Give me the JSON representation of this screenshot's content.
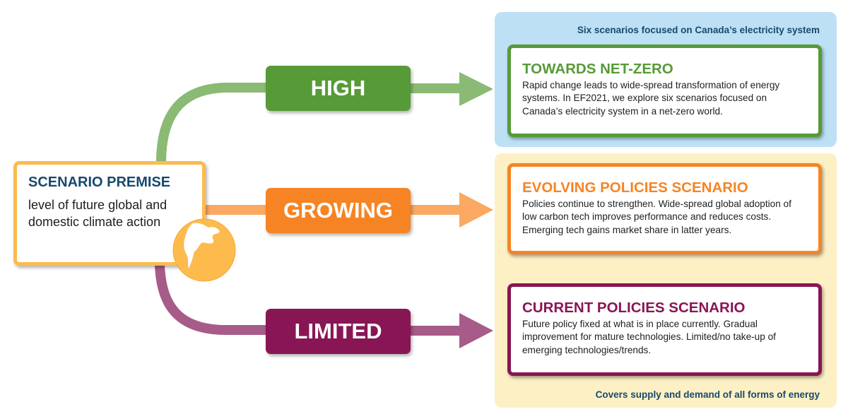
{
  "colors": {
    "high": "#579a38",
    "growing": "#f68424",
    "limited": "#881655",
    "premise_border": "#fdba4d",
    "navy_text": "#174a6d",
    "blue_panel": "#bde0f5",
    "yellow_panel": "#fdf0c4"
  },
  "premise": {
    "title": "SCENARIO PREMISE",
    "body": "level of future global and domestic climate action",
    "icon": "globe-icon"
  },
  "levels": [
    {
      "label": "HIGH"
    },
    {
      "label": "GROWING"
    },
    {
      "label": "LIMITED"
    }
  ],
  "panels": {
    "blue_caption": "Six scenarios focused on Canada’s electricity system",
    "yellow_caption": "Covers supply and demand of all forms of energy"
  },
  "scenarios": [
    {
      "title": "TOWARDS NET-ZERO",
      "body": "Rapid change leads to wide-spread transformation of energy systems. In EF2021, we explore six scenarios focused on Canada’s electricity system in a net-zero world."
    },
    {
      "title": "EVOLVING POLICIES SCENARIO",
      "body": "Policies continue to strengthen. Wide-spread global adoption of low carbon tech improves performance and reduces costs. Emerging tech gains market share in latter years."
    },
    {
      "title": "CURRENT POLICIES SCENARIO",
      "body": "Future policy fixed at what is in place currently. Gradual improvement for mature technologies. Limited/no take-up of emerging technologies/trends."
    }
  ]
}
